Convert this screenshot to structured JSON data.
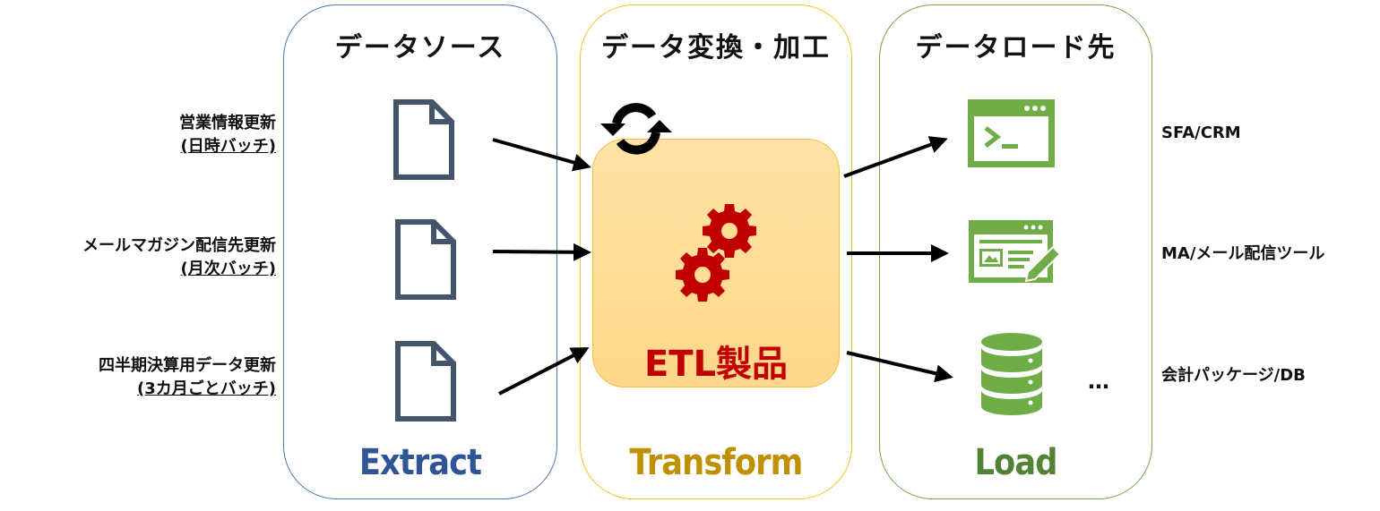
{
  "columns": {
    "extract": {
      "title": "データソース",
      "phase": "Extract",
      "color": "#2f5597"
    },
    "transform": {
      "title": "データ変換・加工",
      "phase": "Transform",
      "color": "#bf9000"
    },
    "load": {
      "title": "データロード先",
      "phase": "Load",
      "color": "#538135"
    }
  },
  "sources": [
    {
      "name": "営業情報更新",
      "schedule": "(日時バッチ)"
    },
    {
      "name": "メールマガジン配信先更新",
      "schedule": "(月次バッチ)"
    },
    {
      "name": "四半期決算用データ更新",
      "schedule": "(3カ月ごとバッチ)"
    }
  ],
  "etl": {
    "label": "ETL製品",
    "icon": "gears-icon",
    "sync_icon": "sync-icon"
  },
  "destinations": [
    {
      "name": "SFA/CRM",
      "icon": "terminal-window-icon"
    },
    {
      "name": "MA/メール配信ツール",
      "icon": "web-editor-icon"
    },
    {
      "name": "会計パッケージ/DB",
      "icon": "database-icon"
    }
  ],
  "more": "…",
  "colors": {
    "doc_icon": "#44546a",
    "dest_icon": "#70ad47",
    "gear": "#c00000",
    "arrow": "#000000"
  }
}
